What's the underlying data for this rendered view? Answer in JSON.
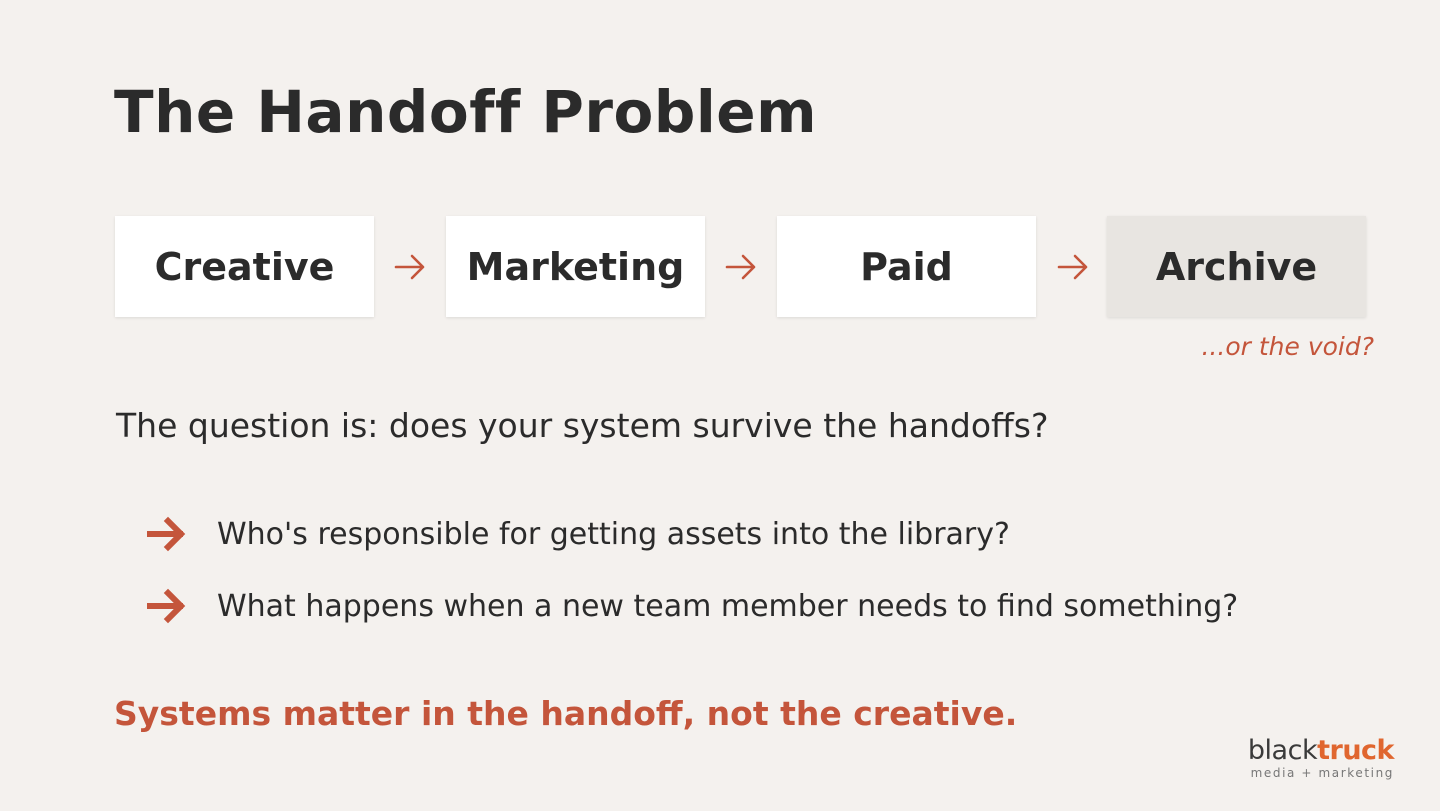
{
  "slide": {
    "title": "The Handoff Problem"
  },
  "flow": {
    "steps": [
      {
        "label": "Creative"
      },
      {
        "label": "Marketing"
      },
      {
        "label": "Paid"
      },
      {
        "label": "Archive"
      }
    ],
    "arrow_icon": "arrow-right-icon",
    "note": "...or the void?"
  },
  "question": "The question is: does your system survive the handoffs?",
  "bullets": [
    {
      "icon": "arrow-right-icon",
      "text": "Who's responsible for getting assets into the library?"
    },
    {
      "icon": "arrow-right-icon",
      "text": "What happens when a new team member needs to find something?"
    }
  ],
  "takeaway": "Systems matter in the handoff, not the creative.",
  "logo": {
    "word_black": "black",
    "word_accent": "truck",
    "tagline": "media + marketing"
  },
  "colors": {
    "background": "#f4f1ee",
    "accent": "#c4553b",
    "text": "#2b2b2b",
    "box": "#ffffff",
    "box_highlight": "#e8e5e1"
  }
}
